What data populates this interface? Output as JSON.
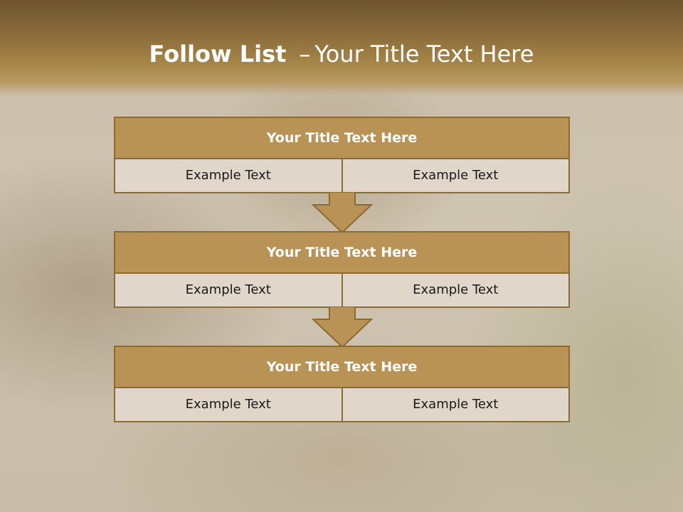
{
  "slide": {
    "title_bold": "Follow List",
    "title_sep": "–",
    "title_rest": "Your Title Text Here"
  },
  "blocks": [
    {
      "title": "Your Title Text Here",
      "left": "Example Text",
      "right": "Example Text"
    },
    {
      "title": "Your Title Text Here",
      "left": "Example Text",
      "right": "Example Text"
    },
    {
      "title": "Your Title Text Here",
      "left": "Example Text",
      "right": "Example Text"
    }
  ],
  "colors": {
    "header": "#8a6b3b",
    "block_title": "#b99256",
    "border": "#8b6a34",
    "cell": "#e0d6c9"
  }
}
